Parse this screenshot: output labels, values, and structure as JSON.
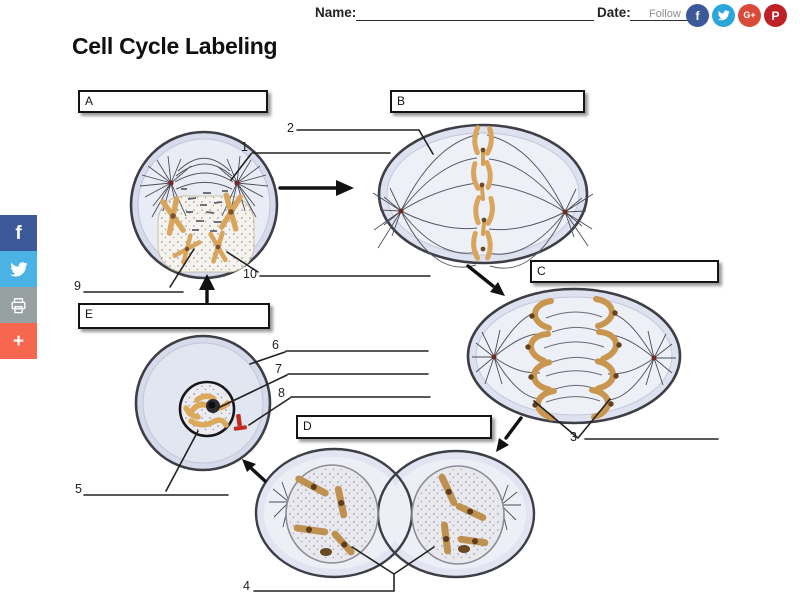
{
  "header": {
    "name_label": "Name:",
    "date_label": "Date:",
    "follow_label": "Follow",
    "social_icons": [
      {
        "name": "facebook",
        "color": "#3b5998",
        "glyph": "f"
      },
      {
        "name": "twitter",
        "color": "#2ba6dc"
      },
      {
        "name": "google-plus",
        "color": "#d94a38",
        "glyph": "G+"
      },
      {
        "name": "pinterest",
        "color": "#bd2126",
        "glyph": "P"
      }
    ]
  },
  "share_sidebar": {
    "items": [
      {
        "name": "facebook-share",
        "color": "#3b5998",
        "glyph": "f"
      },
      {
        "name": "twitter-share",
        "color": "#4ab2e5"
      },
      {
        "name": "print",
        "color": "#97a1a1"
      },
      {
        "name": "more-share",
        "color": "#f7664f",
        "glyph": "+"
      }
    ]
  },
  "worksheet": {
    "title": "Cell Cycle Labeling",
    "answer_boxes": [
      {
        "letter": "A"
      },
      {
        "letter": "B"
      },
      {
        "letter": "C"
      },
      {
        "letter": "D"
      },
      {
        "letter": "E"
      }
    ],
    "numbers": [
      "1",
      "2",
      "3",
      "4",
      "5",
      "6",
      "7",
      "8",
      "9",
      "10"
    ]
  }
}
